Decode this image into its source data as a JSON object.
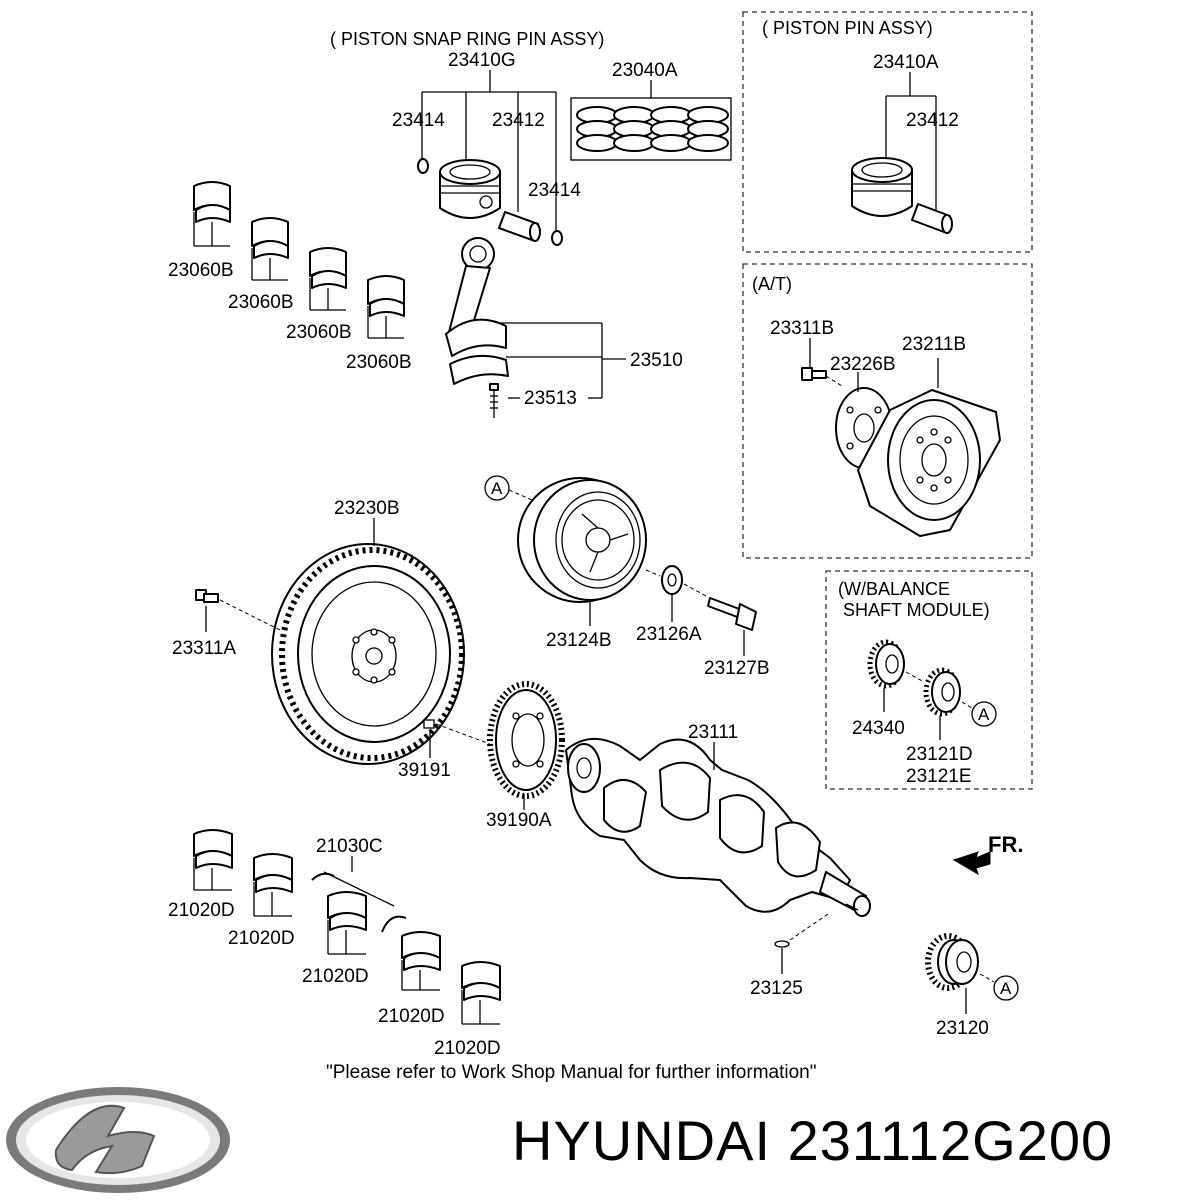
{
  "footer_note": "\"Please refer to Work Shop Manual for further information\"",
  "brand": {
    "name": "HYUNDAI",
    "part_number": "231112G200",
    "logo_icon": "hyundai-logo"
  },
  "groups": {
    "piston_snap_ring": "( PISTON  SNAP RING  PIN ASSY)",
    "piston_pin": "( PISTON  PIN ASSY)",
    "at": "(A/T)",
    "balance_1": "(W/BALANCE",
    "balance_2": "SHAFT MODULE)"
  },
  "labels": {
    "p23410G": "23410G",
    "p23040A": "23040A",
    "p23414_a": "23414",
    "p23412_a": "23412",
    "p23414_b": "23414",
    "p23410A": "23410A",
    "p23412_b": "23412",
    "p23060B_1": "23060B",
    "p23060B_2": "23060B",
    "p23060B_3": "23060B",
    "p23060B_4": "23060B",
    "p23510": "23510",
    "p23513": "23513",
    "p23311B": "23311B",
    "p23226B": "23226B",
    "p23211B": "23211B",
    "p23230B": "23230B",
    "p23311A": "23311A",
    "p23124B": "23124B",
    "p23126A": "23126A",
    "p23127B": "23127B",
    "p24340": "24340",
    "p23121D": "23121D",
    "p23121E": "23121E",
    "p23111": "23111",
    "p39191": "39191",
    "p39190A": "39190A",
    "p21030C": "21030C",
    "p21020D_1": "21020D",
    "p21020D_2": "21020D",
    "p21020D_3": "21020D",
    "p21020D_4": "21020D",
    "p21020D_5": "21020D",
    "p23125": "23125",
    "p23120": "23120",
    "fr": "FR."
  },
  "callouts": {
    "a1": "A",
    "a2": "A",
    "a3": "A"
  }
}
